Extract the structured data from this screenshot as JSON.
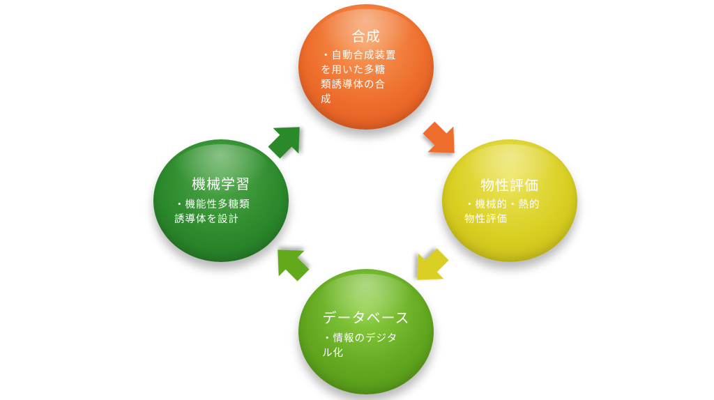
{
  "nodes": {
    "synthesis": {
      "title": "合成",
      "desc": "・自動合成装置\nを用いた多糖\n類誘導体の合\n成"
    },
    "property": {
      "title": "物性評価",
      "desc": "・機械的・熱的\n物性評価"
    },
    "database": {
      "title": "データベース",
      "desc": "・情報のデジタ\nル化"
    },
    "ml": {
      "title": "機械学習",
      "desc": "・機能性多糖類\n誘導体を設計"
    }
  },
  "colors": {
    "synthesis": "#ee6d2c",
    "property": "#d9cf22",
    "database": "#62a91f",
    "ml": "#2c8a2c",
    "arrow_orange": "#ee6d2c",
    "arrow_yellow": "#d9cf22",
    "arrow_lightgreen": "#62a91f",
    "arrow_darkgreen": "#2c8a2c"
  }
}
